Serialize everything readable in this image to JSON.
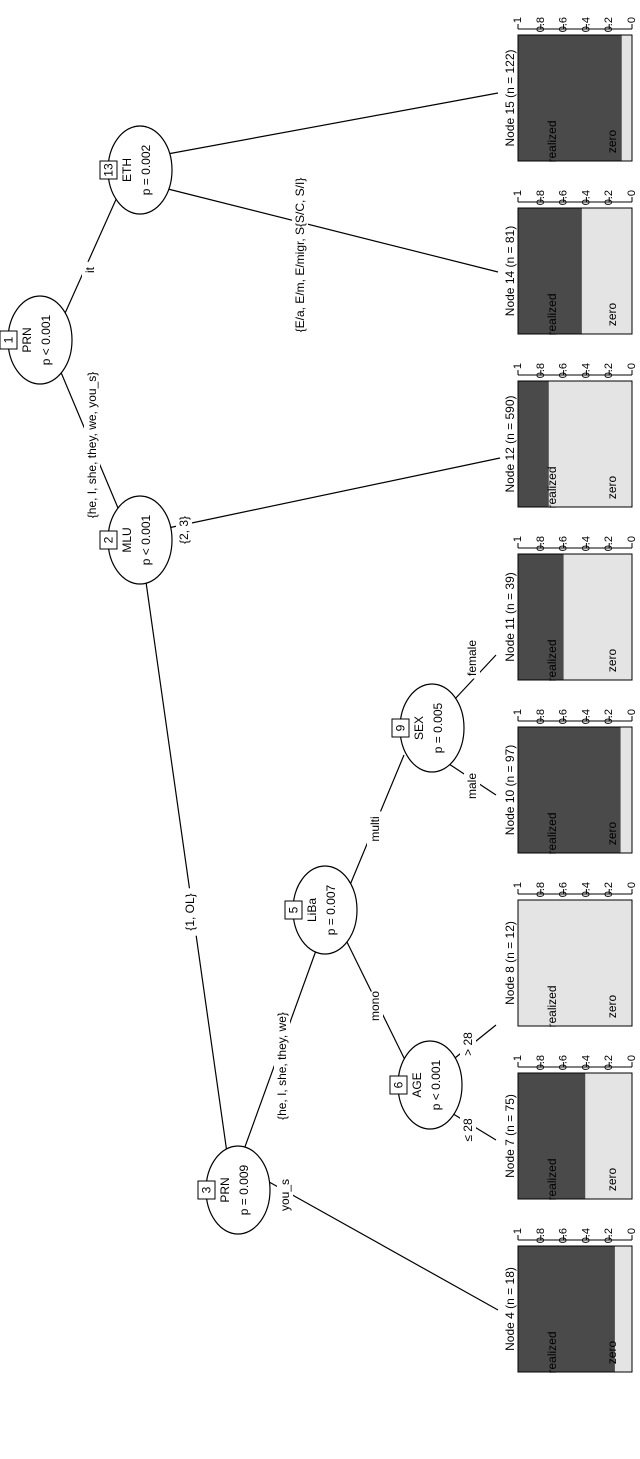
{
  "colors": {
    "realized": "#e4e4e4",
    "zero": "#4a4a4a",
    "line": "#000000"
  },
  "inner_nodes": [
    {
      "id": "1",
      "variable": "PRN",
      "p": "p < 0.001"
    },
    {
      "id": "2",
      "variable": "MLU",
      "p": "p < 0.001"
    },
    {
      "id": "3",
      "variable": "PRN",
      "p": "p = 0.009"
    },
    {
      "id": "5",
      "variable": "LiBa",
      "p": "p = 0.007"
    },
    {
      "id": "6",
      "variable": "AGE",
      "p": "p < 0.001"
    },
    {
      "id": "9",
      "variable": "SEX",
      "p": "p = 0.005"
    },
    {
      "id": "13",
      "variable": "ETH",
      "p": "p = 0.002"
    }
  ],
  "edge_labels": {
    "n1_n2": "{he, I, she, they, we, you_s}",
    "n1_n13": "it",
    "n2_n3": "{1, OL}",
    "n2_n12": "{2, 3}",
    "n3_n4": "you_s",
    "n3_n5": "{he, I, she, they, we}",
    "n5_n6": "mono",
    "n5_n9": "multi",
    "n6_n7": "≤ 28",
    "n6_n8": "> 28",
    "n9_n10": "male",
    "n9_n11": "female",
    "n13_n14": "{E/a, E/m, E/migr, S{S/C, S/I}",
    "n13_n15": ""
  },
  "axis_ticks": [
    "0",
    "0.2",
    "0.4",
    "0.6",
    "0.8",
    "1"
  ],
  "category_labels": [
    "realized",
    "zero"
  ],
  "terminal_nodes": [
    {
      "id": "4",
      "title": "Node 4 (n = 18)",
      "realized": 0.15
    },
    {
      "id": "7",
      "title": "Node 7 (n = 75)",
      "realized": 0.41
    },
    {
      "id": "8",
      "title": "Node 8 (n = 12)",
      "realized": 1.0
    },
    {
      "id": "10",
      "title": "Node 10 (n = 97)",
      "realized": 0.1
    },
    {
      "id": "11",
      "title": "Node 11 (n = 39)",
      "realized": 0.6
    },
    {
      "id": "12",
      "title": "Node 12 (n = 590)",
      "realized": 0.73
    },
    {
      "id": "14",
      "title": "Node 14 (n = 81)",
      "realized": 0.44
    },
    {
      "id": "15",
      "title": "Node 15 (n = 122)",
      "realized": 0.09
    }
  ]
}
